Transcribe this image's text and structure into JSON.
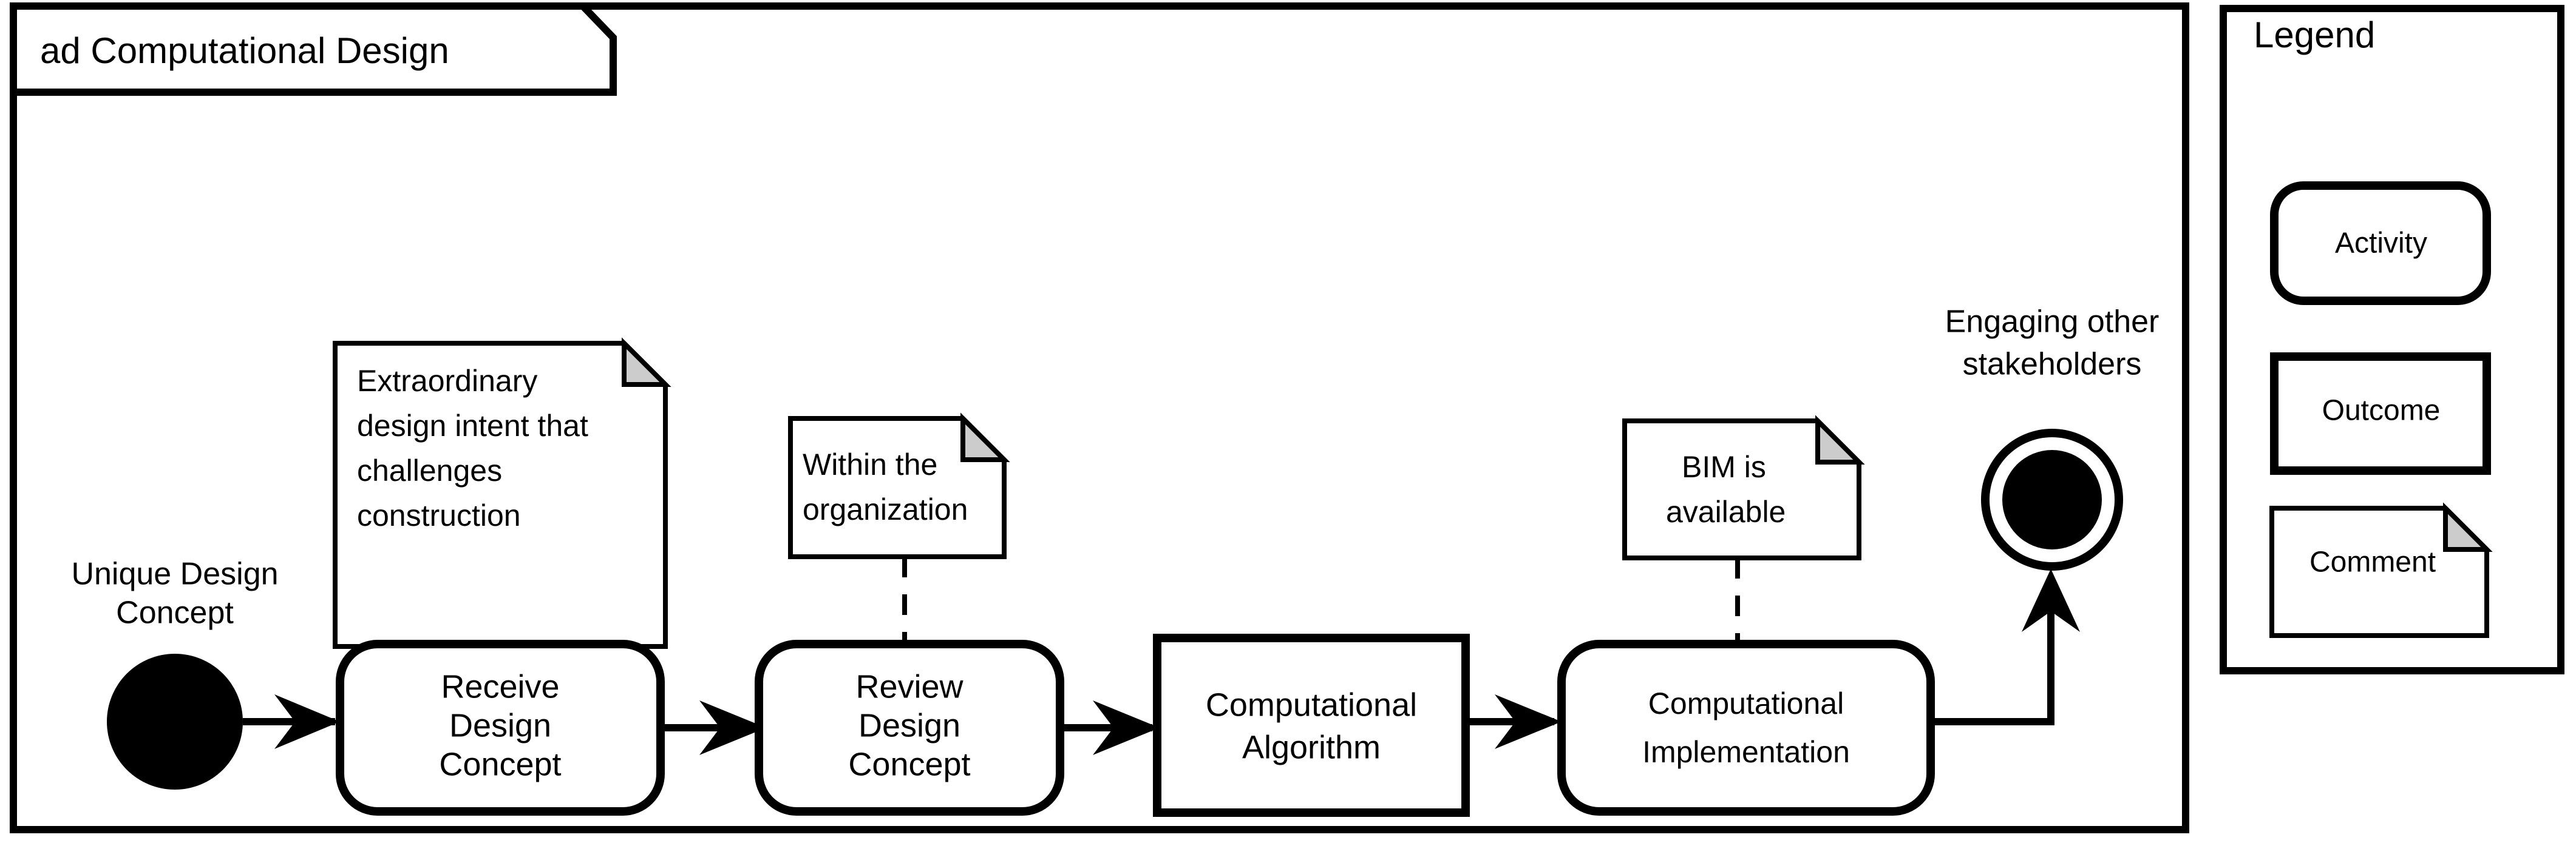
{
  "diagram": {
    "kind": "uml-activity-diagram",
    "frame_title": "ad Computational Design",
    "colors": {
      "stroke": "#000000",
      "background": "#ffffff",
      "fold_fill": "#cccccc"
    }
  },
  "nodes": {
    "start": {
      "type": "initial-node",
      "label": "Unique Design\nConcept",
      "label_line1": "Unique Design",
      "label_line2": "Concept"
    },
    "activity1": {
      "type": "activity",
      "label_line1": "Receive",
      "label_line2": "Design",
      "label_line3": "Concept"
    },
    "activity2": {
      "type": "activity",
      "label_line1": "Review",
      "label_line2": "Design",
      "label_line3": "Concept"
    },
    "outcome1": {
      "type": "outcome",
      "label_line1": "Computational",
      "label_line2": "Algorithm"
    },
    "activity3": {
      "type": "activity",
      "label_line1": "Computational",
      "label_line2": "Implementation"
    },
    "end": {
      "type": "final-node",
      "label_line1": "Engaging other",
      "label_line2": "stakeholders"
    }
  },
  "notes": [
    {
      "id": "note-extraordinary",
      "lines": [
        "Extraordinary",
        "design intent that",
        "challenges",
        "construction"
      ],
      "attached_to": "Receive Design Concept"
    },
    {
      "id": "note-organization",
      "lines": [
        "Within the",
        "organization"
      ],
      "attached_to": "Review Design Concept"
    },
    {
      "id": "note-bim",
      "lines": [
        "BIM is",
        "available"
      ],
      "attached_to": "Computational Implementation"
    }
  ],
  "legend": {
    "title": "Legend",
    "items": [
      {
        "shape": "rounded-rectangle",
        "label": "Activity"
      },
      {
        "shape": "rectangle",
        "label": "Outcome"
      },
      {
        "shape": "note",
        "label": "Comment"
      }
    ]
  }
}
